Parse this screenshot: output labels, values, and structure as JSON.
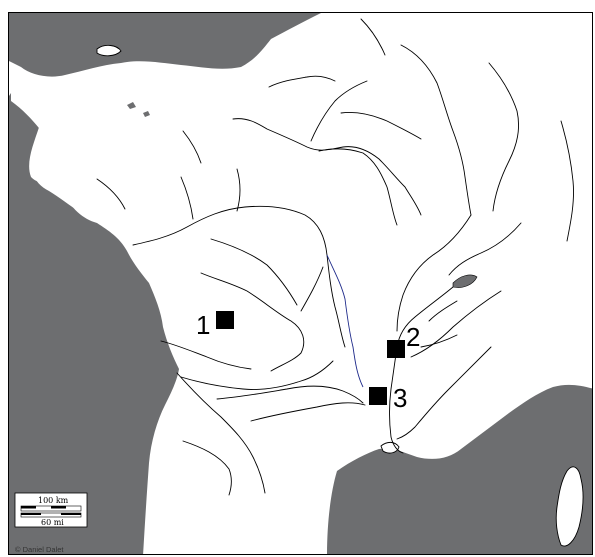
{
  "markers": [
    {
      "label": "1"
    },
    {
      "label": "2"
    },
    {
      "label": "3"
    }
  ],
  "scale": {
    "km_label": "100 km",
    "mi_label": "60 mi"
  },
  "credit": "© Daniel Dalet",
  "colors": {
    "sea": "#6d6e70",
    "land": "#ffffff",
    "river": "#000000",
    "canal": "#1e2a8a",
    "marker": "#000000"
  }
}
